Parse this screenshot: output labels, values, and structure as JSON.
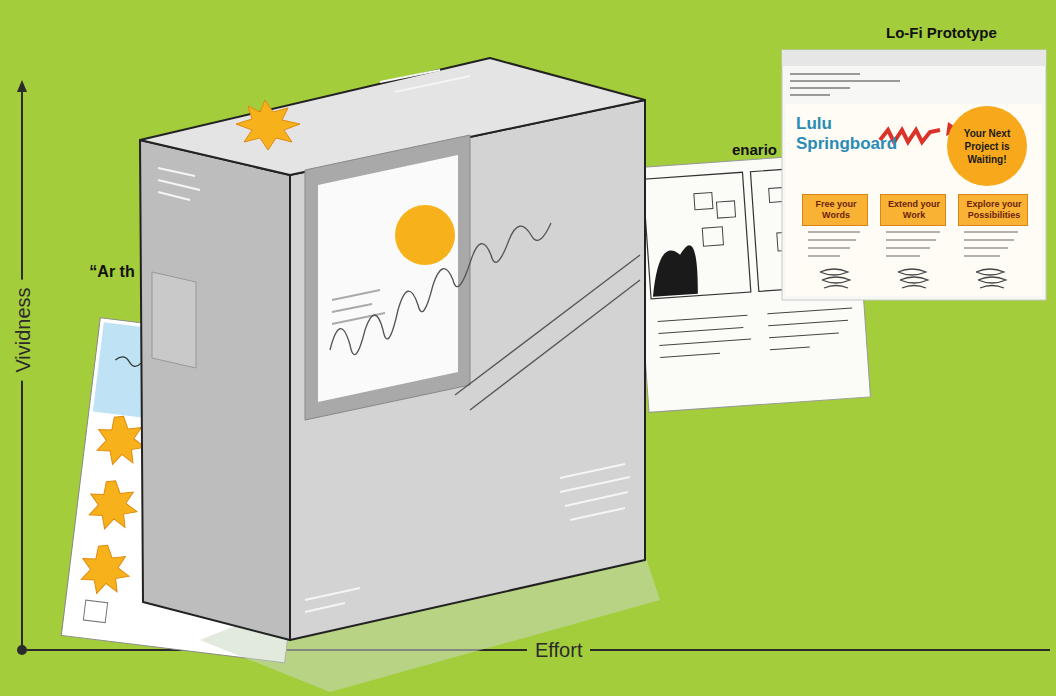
{
  "diagram": {
    "nodes": [
      {
        "text": [
          "Lo-Fi Prototype",
          "Lulu Springboard"
        ]
      },
      {
        "text": [
          "Your Next Project is Waiting!"
        ],
        "in": 0
      },
      {
        "text": [
          "Free your Words"
        ],
        "in": 0
      },
      {
        "text": [
          "Extend your Work"
        ],
        "in": 0
      },
      {
        "text": [
          "Explore your Possibilities"
        ],
        "in": 0
      },
      {
        "text": [
          "enario"
        ]
      },
      {
        "text": [
          "“Ar th"
        ]
      }
    ],
    "labels": [
      "Vividness",
      "Effort"
    ]
  }
}
